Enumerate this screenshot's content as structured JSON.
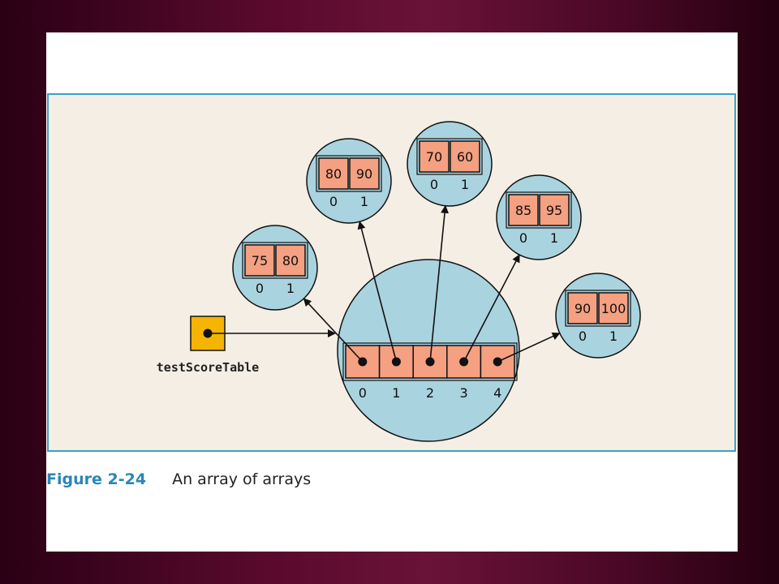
{
  "diagram": {
    "variable_name": "testScoreTable",
    "outer_indices": [
      "0",
      "1",
      "2",
      "3",
      "4"
    ],
    "rows": [
      {
        "values": [
          "75",
          "80"
        ],
        "indices": [
          "0",
          "1"
        ]
      },
      {
        "values": [
          "80",
          "90"
        ],
        "indices": [
          "0",
          "1"
        ]
      },
      {
        "values": [
          "70",
          "60"
        ],
        "indices": [
          "0",
          "1"
        ]
      },
      {
        "values": [
          "85",
          "95"
        ],
        "indices": [
          "0",
          "1"
        ]
      },
      {
        "values": [
          "90",
          "100"
        ],
        "indices": [
          "0",
          "1"
        ]
      }
    ],
    "colors": {
      "panel_bg": "#f5eee4",
      "panel_border": "#3ba1c6",
      "circle_fill": "#a9d3df",
      "cell_fill": "#f4a081",
      "variable_fill": "#f5b400"
    }
  },
  "caption": {
    "label": "Figure 2-24",
    "text": "An array of arrays"
  }
}
